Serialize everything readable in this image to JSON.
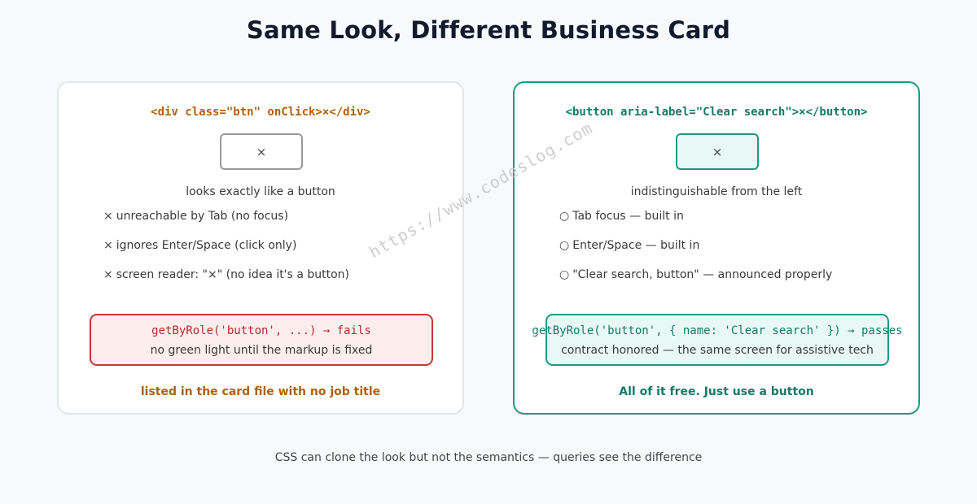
{
  "title": "Same Look, Different Business Card",
  "left": {
    "code": "<div class=\"btn\" onClick>×</div>",
    "mock_button_label": "×",
    "caption": "looks exactly like a button",
    "items": [
      {
        "mark": "×",
        "text": "unreachable by Tab (no focus)"
      },
      {
        "mark": "×",
        "text": "ignores Enter/Space (click only)"
      },
      {
        "mark": "×",
        "text": "screen reader: \"×\" (no idea it's a button)"
      }
    ],
    "result": {
      "code": "getByRole('button', ...) → fails",
      "text": "no green light until the markup is fixed"
    },
    "footer": "listed in the card file with no job title"
  },
  "right": {
    "code": "<button aria-label=\"Clear search\">×</button>",
    "mock_button_label": "×",
    "caption": "indistinguishable from the left",
    "items": [
      {
        "mark": "○",
        "text": "Tab focus — built in"
      },
      {
        "mark": "○",
        "text": "Enter/Space — built in"
      },
      {
        "mark": "○",
        "text": "\"Clear search, button\" — announced properly"
      }
    ],
    "result": {
      "code": "getByRole('button', { name: 'Clear search' }) → passes",
      "text": "contract honored — the same screen for assistive tech"
    },
    "footer": "All of it free. Just use a button"
  },
  "bottom_caption": "CSS can clone the look but not the semantics — queries see the difference",
  "watermark": "https://www.codeslog.com",
  "colors": {
    "left_accent": "#b0600a",
    "right_accent": "#1f9983",
    "fail_red": "#c8353a"
  }
}
